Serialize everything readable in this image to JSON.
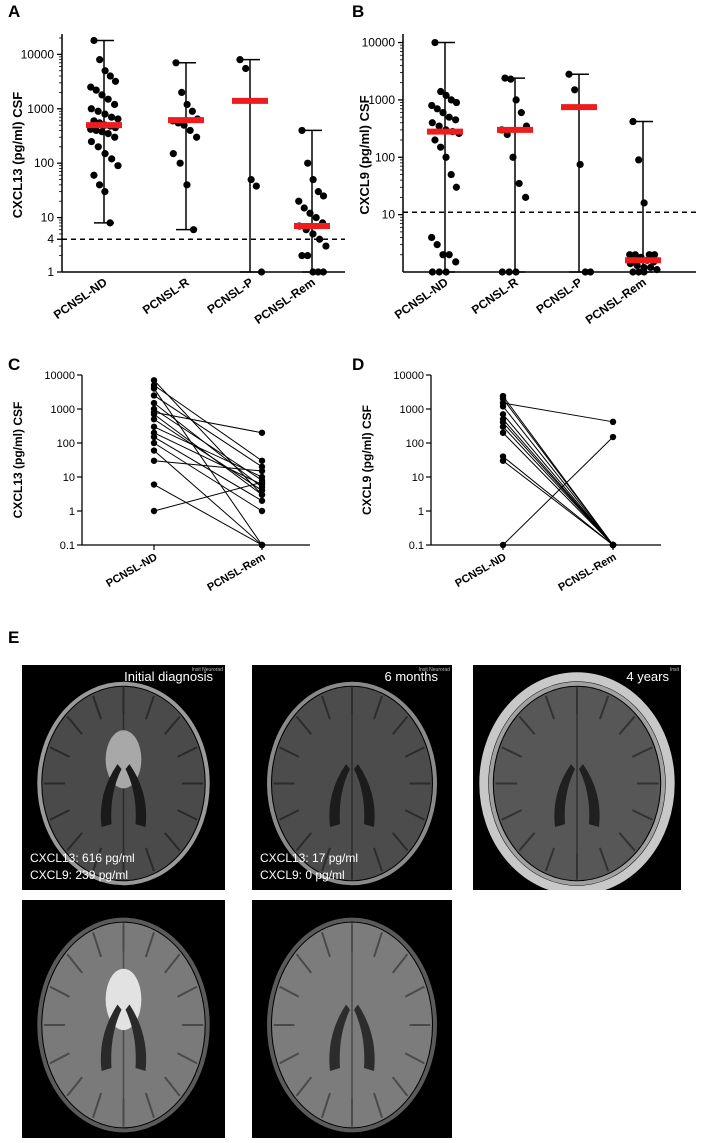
{
  "panels": {
    "A": {
      "letter": "A",
      "ylabel": "CXCL13 (pg/ml) CSF",
      "yticks": [
        "10000",
        "1000",
        "100",
        "10",
        "4",
        "1"
      ],
      "categories": [
        "PCNSL-ND",
        "PCNSL-R",
        "PCNSL-P",
        "PCNSL-Rem"
      ]
    },
    "B": {
      "letter": "B",
      "ylabel": "CXCL9 (pg/ml) CSF",
      "yticks": [
        "10000",
        "1000",
        "100",
        "10"
      ],
      "categories": [
        "PCNSL-ND",
        "PCNSL-R",
        "PCNSL-P",
        "PCNSL-Rem"
      ]
    },
    "C": {
      "letter": "C",
      "ylabel": "CXCL13 (pg/ml) CSF",
      "yticks": [
        "10000",
        "1000",
        "100",
        "10",
        "1",
        "0.1"
      ],
      "categories": [
        "PCNSL-ND",
        "PCNSL-Rem"
      ]
    },
    "D": {
      "letter": "D",
      "ylabel": "CXCL9 (pg/ml) CSF",
      "yticks": [
        "10000",
        "1000",
        "100",
        "10",
        "1",
        "0.1"
      ],
      "categories": [
        "PCNSL-ND",
        "PCNSL-Rem"
      ]
    },
    "E": {
      "letter": "E",
      "images": [
        {
          "label": "Initial diagnosis",
          "small": "Insit Neurorad",
          "line1": "CXCL13: 616 pg/ml",
          "line2": "CXCL9: 239 pg/ml"
        },
        {
          "label": "6 months",
          "small": "Insit Neurorad",
          "line1": "CXCL13: 17 pg/ml",
          "line2": "CXCL9: 0 pg/ml"
        },
        {
          "label": "4 years",
          "small": "Insit",
          "line1": "",
          "line2": ""
        }
      ]
    }
  },
  "chart_data": [
    {
      "type": "scatter",
      "panel": "A",
      "ylabel": "CXCL13 (pg/ml) CSF",
      "yscale": "log",
      "ylim": [
        1,
        20000
      ],
      "threshold": 4,
      "categories": [
        "PCNSL-ND",
        "PCNSL-R",
        "PCNSL-P",
        "PCNSL-Rem"
      ],
      "groups": [
        {
          "name": "PCNSL-ND",
          "median": 500,
          "min": 8,
          "max": 18000,
          "values": [
            18000,
            8000,
            5000,
            4000,
            3200,
            2500,
            2200,
            1800,
            1500,
            1200,
            1000,
            900,
            800,
            700,
            650,
            600,
            550,
            500,
            480,
            450,
            420,
            400,
            380,
            350,
            300,
            250,
            200,
            150,
            120,
            90,
            60,
            40,
            30,
            8
          ]
        },
        {
          "name": "PCNSL-R",
          "median": 620,
          "min": 6,
          "max": 7000,
          "values": [
            7000,
            2000,
            1200,
            900,
            650,
            600,
            550,
            500,
            400,
            300,
            150,
            100,
            40,
            6
          ]
        },
        {
          "name": "PCNSL-P",
          "median": 1400,
          "min": 1,
          "max": 8000,
          "values": [
            8000,
            5500,
            50,
            38,
            1
          ]
        },
        {
          "name": "PCNSL-Rem",
          "median": 7,
          "min": 1,
          "max": 400,
          "values": [
            400,
            100,
            50,
            30,
            25,
            20,
            15,
            12,
            10,
            8,
            7,
            6,
            5,
            4,
            3,
            2,
            2,
            1,
            1,
            1
          ]
        }
      ]
    },
    {
      "type": "scatter",
      "panel": "B",
      "ylabel": "CXCL9 (pg/ml) CSF",
      "yscale": "log",
      "ylim": [
        1,
        12000
      ],
      "threshold": 11,
      "categories": [
        "PCNSL-ND",
        "PCNSL-R",
        "PCNSL-P",
        "PCNSL-Rem"
      ],
      "groups": [
        {
          "name": "PCNSL-ND",
          "median": 280,
          "min": 1,
          "max": 10000,
          "values": [
            10000,
            1400,
            1200,
            1000,
            900,
            800,
            700,
            600,
            500,
            450,
            400,
            350,
            300,
            280,
            260,
            200,
            150,
            100,
            50,
            30,
            4,
            3,
            2,
            2,
            1.5,
            1,
            1,
            1
          ]
        },
        {
          "name": "PCNSL-R",
          "median": 300,
          "min": 1,
          "max": 2400,
          "values": [
            2400,
            2300,
            1000,
            600,
            350,
            300,
            250,
            100,
            35,
            20,
            1,
            1,
            1
          ]
        },
        {
          "name": "PCNSL-P",
          "median": 750,
          "min": 1,
          "max": 2800,
          "values": [
            2800,
            1500,
            75,
            1,
            1
          ]
        },
        {
          "name": "PCNSL-Rem",
          "median": 1.6,
          "min": 1,
          "max": 420,
          "values": [
            420,
            90,
            16,
            2,
            2,
            2,
            2,
            1.8,
            1.6,
            1.5,
            1.4,
            1.3,
            1.2,
            1.2,
            1.1,
            1,
            1,
            1
          ]
        }
      ]
    },
    {
      "type": "line",
      "panel": "C",
      "ylabel": "CXCL13 (pg/ml) CSF",
      "yscale": "log",
      "ylim": [
        0.1,
        10000
      ],
      "categories": [
        "PCNSL-ND",
        "PCNSL-Rem"
      ],
      "pairs": [
        [
          7000,
          3
        ],
        [
          5000,
          30
        ],
        [
          4000,
          0.1
        ],
        [
          2500,
          20
        ],
        [
          1500,
          5
        ],
        [
          1000,
          8
        ],
        [
          800,
          200
        ],
        [
          700,
          3
        ],
        [
          500,
          4
        ],
        [
          300,
          10
        ],
        [
          200,
          6
        ],
        [
          150,
          2
        ],
        [
          100,
          1
        ],
        [
          60,
          0.1
        ],
        [
          30,
          15
        ],
        [
          6,
          0.1
        ],
        [
          1,
          7
        ]
      ]
    },
    {
      "type": "line",
      "panel": "D",
      "ylabel": "CXCL9 (pg/ml) CSF",
      "yscale": "log",
      "ylim": [
        0.1,
        10000
      ],
      "categories": [
        "PCNSL-ND",
        "PCNSL-Rem"
      ],
      "pairs": [
        [
          2400,
          0.1
        ],
        [
          2000,
          0.1
        ],
        [
          1500,
          420
        ],
        [
          1200,
          0.1
        ],
        [
          700,
          0.1
        ],
        [
          500,
          0.1
        ],
        [
          400,
          0.1
        ],
        [
          300,
          0.1
        ],
        [
          200,
          0.1
        ],
        [
          40,
          0.1
        ],
        [
          30,
          0.1
        ],
        [
          0.1,
          150
        ]
      ]
    }
  ]
}
